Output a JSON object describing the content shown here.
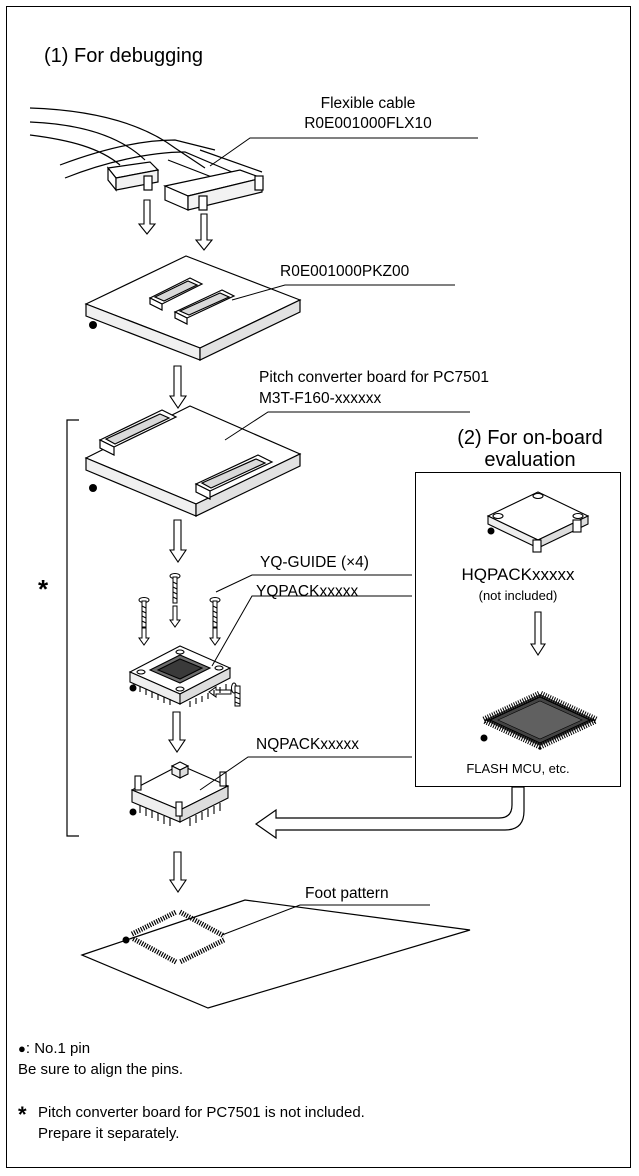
{
  "sections": {
    "debugging_title": "(1) For debugging",
    "onboard_title_line1": "(2) For on-board",
    "onboard_title_line2": "evaluation"
  },
  "parts": {
    "flex_cable_line1": "Flexible cable",
    "flex_cable_line2": "R0E001000FLX10",
    "pkz": "R0E001000PKZ00",
    "pitch_line1": "Pitch converter board for PC7501",
    "pitch_line2": "M3T-F160-xxxxxx",
    "yq_guide": "YQ-GUIDE (×4)",
    "yqpack": "YQPACKxxxxx",
    "nqpack": "NQPACKxxxxx",
    "foot_pattern": "Foot pattern",
    "hqpack": "HQPACKxxxxx",
    "hqpack_note": "(not included)",
    "flash_mcu": "FLASH MCU, etc."
  },
  "bracket_marker": "*",
  "notes": {
    "pin_bullet": "●",
    "pin_label": ": No.1 pin",
    "align": "Be sure to align the pins.",
    "star": "*",
    "pitch_note_line1": "Pitch converter board for PC7501 is not included.",
    "pitch_note_line2": "Prepare it separately."
  }
}
